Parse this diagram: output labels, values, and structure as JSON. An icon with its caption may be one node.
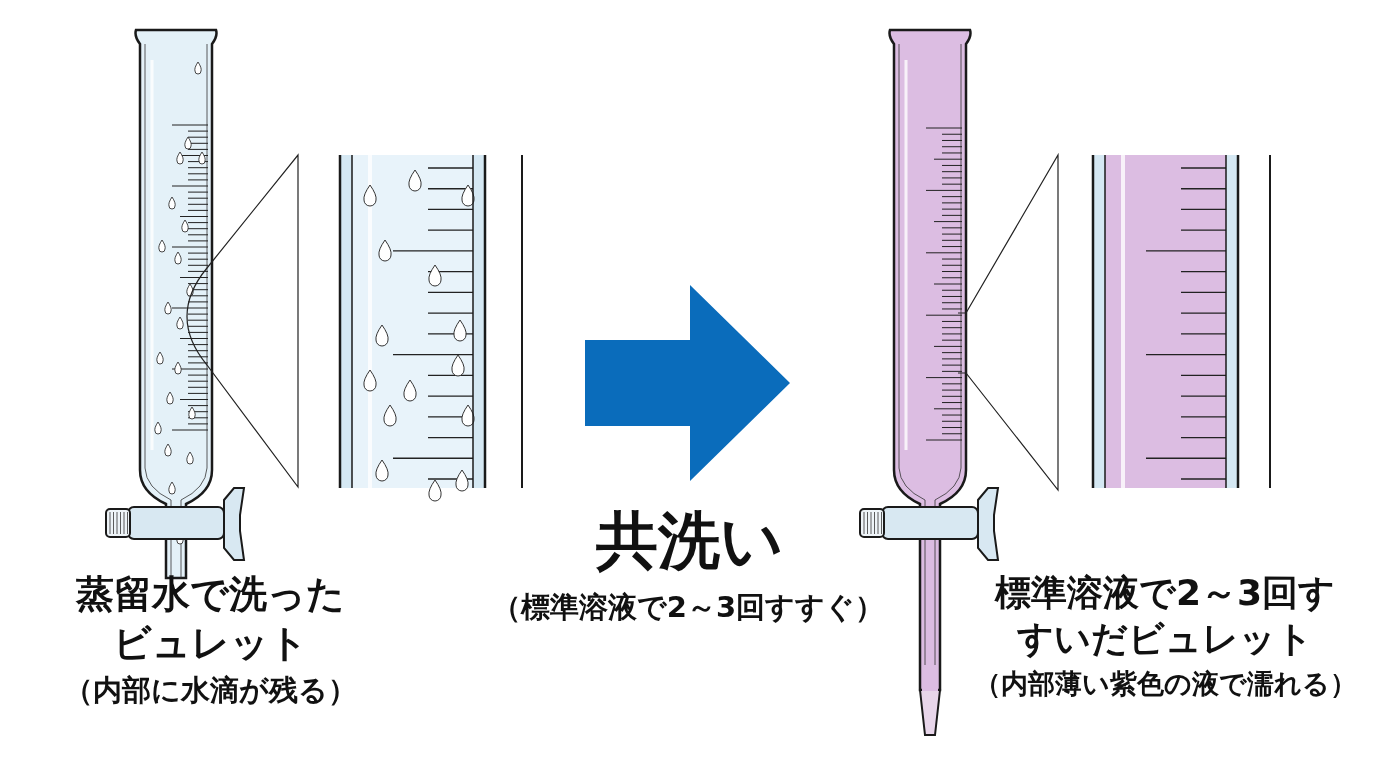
{
  "diagram": {
    "nodes": [
      {
        "text": [
          "蒸留水で洗ったビュレット",
          "（内部に水滴が残る）"
        ]
      },
      {
        "text": [
          "標準溶液で2～3回すすいだビュレット",
          "（内部薄い紫色の液で濡れる）"
        ]
      }
    ],
    "edges": [
      {
        "from": 0,
        "to": 1,
        "arrow": "to",
        "label": "共洗い",
        "color": "#0a6cbb",
        "style": "thick"
      }
    ],
    "labels": [
      "（標準溶液で2～3回すすぐ）"
    ]
  }
}
